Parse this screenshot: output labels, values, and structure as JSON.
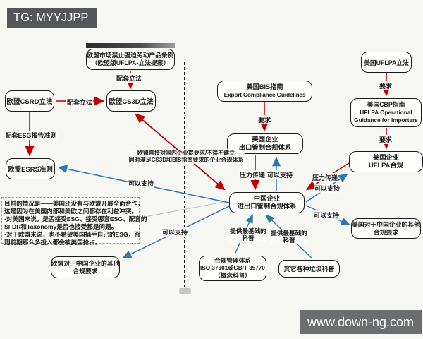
{
  "watermarks": {
    "tg": "TG: MYYJJPP",
    "site": "www.down-ng.com"
  },
  "colors": {
    "arrow_red": "#c00000",
    "arrow_blue": "#2e75b6",
    "arrow_teal": "#2f7d9e",
    "watermark_gray": "#6c6d6f"
  },
  "nodes": {
    "eu_flpr": [
      "欧盟市场禁止强迫劳动产品条例",
      "（欧盟版UFLPA-立法提案）"
    ],
    "eu_csrd": [
      "欧盟CSRD立法"
    ],
    "eu_cs3d": [
      "欧盟CS3D立法"
    ],
    "eu_esrs": [
      "欧盟ESRS准则"
    ],
    "eu_other": [
      "欧盟对于中国企业的其他",
      "合规要求"
    ],
    "us_bis": [
      "美国BIS指南",
      "Export Compliance Guidelines"
    ],
    "us_export": [
      "美国企业",
      "出口管制合规体系"
    ],
    "us_uflpa_law": [
      "美国UFLPA立法"
    ],
    "us_cbp": [
      "美国CBP指南",
      "UFLPA Operational",
      "Guidance for Importers"
    ],
    "us_uflpa_comp": [
      "美国企业",
      "UFLPA合规"
    ],
    "cn_center": [
      "中国企业",
      "进出口管制合规体系"
    ],
    "us_other": [
      "美国对于中国企业的其他",
      "合规要求"
    ],
    "compliance_sys": [
      "合规管理体系",
      "ISO 37301或GB/T 35770",
      "（概念科普）"
    ],
    "junk_sci": [
      "其它各种垃圾科普"
    ]
  },
  "edge_labels": {
    "peitao_lifa_v": "配套立法",
    "peitao_lifa_h": "配套立法",
    "peitao_esg": "配套ESG报告准则",
    "yaoqiu_bis": "要求",
    "yaoqiu_uflpa": "要求",
    "yaoqiu_cbp": "要求",
    "yali_export": "压力传递",
    "zhichi_export": "可以支持",
    "yali_uflpa": "压力传递",
    "zhichi_uflpa": "可以支持",
    "zhichi_usother": "可以支持",
    "zhichi_esrs": "可以支持",
    "zhichi_euother": "可以支持",
    "eu_direct": [
      "欧盟直接对国内企业提要求/不得不建立",
      "同时满足CS3D和BIS指南要求的企业合规体系"
    ],
    "kepu_1": [
      "提供最基础的",
      "科普"
    ],
    "kepu_2": [
      "提供最基础的",
      "科普"
    ]
  },
  "note": {
    "lines": [
      "目前的情况是——美国还没有与欧盟开展全面合作，",
      "这是因为在美国内部和美欧之间都存在利益冲突。",
      "·对美国来说，是否接受ESG、接受哪套ESG、配套的",
      "SFDR和Taxonomy是否也接受都是问题。",
      "·对于欧盟来说，也不希望美国插手自己的ESG，否",
      "则前期那么多投入都会被美国抢占。"
    ]
  }
}
